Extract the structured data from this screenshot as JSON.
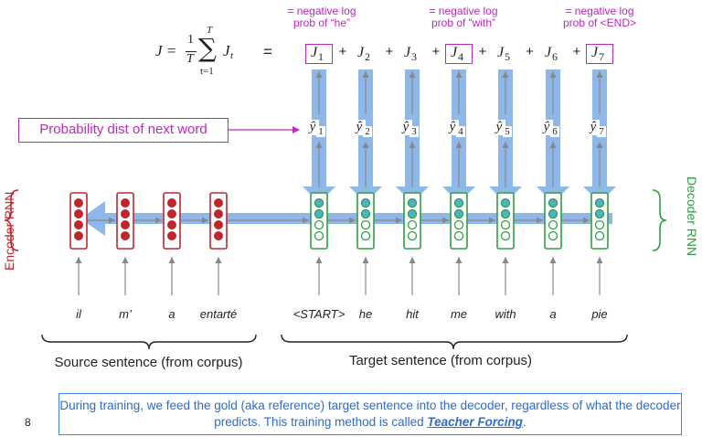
{
  "annotations": {
    "neg_he": "= negative log\nprob of “he”",
    "neg_with": "= negative log\nprob of “with”",
    "neg_end": "= negative log\nprob of <END>"
  },
  "equation": {
    "lhs": "J =",
    "frac_num": "1",
    "frac_den": "T",
    "sum_top": "T",
    "sum_bottom": "t=1",
    "term": "J",
    "term_sub": "t",
    "equals": "="
  },
  "loss_terms": [
    {
      "label": "J",
      "sub": "1"
    },
    {
      "label": "J",
      "sub": "2"
    },
    {
      "label": "J",
      "sub": "3"
    },
    {
      "label": "J",
      "sub": "4"
    },
    {
      "label": "J",
      "sub": "5"
    },
    {
      "label": "J",
      "sub": "6"
    },
    {
      "label": "J",
      "sub": "7"
    }
  ],
  "plus": "+",
  "prob_label": "Probability dist of next word",
  "yhats": [
    {
      "label": "ŷ",
      "sub": "1"
    },
    {
      "label": "ŷ",
      "sub": "2"
    },
    {
      "label": "ŷ",
      "sub": "3"
    },
    {
      "label": "ŷ",
      "sub": "4"
    },
    {
      "label": "ŷ",
      "sub": "5"
    },
    {
      "label": "ŷ",
      "sub": "6"
    },
    {
      "label": "ŷ",
      "sub": "7"
    }
  ],
  "encoder_label": "Encoder RNN",
  "decoder_label": "Decoder RNN",
  "source_words": [
    "il",
    "m’",
    "a",
    "entarté"
  ],
  "target_words": [
    "<START>",
    "he",
    "hit",
    "me",
    "with",
    "a",
    "pie"
  ],
  "source_caption": "Source sentence (from corpus)",
  "target_caption": "Target sentence (from corpus)",
  "note_text": "During training, we feed the gold (aka reference) target sentence into the decoder, regardless of what the decoder predicts. This training method is called ",
  "note_emphasis": "Teacher Forcing",
  "note_end": ".",
  "page_number": "8",
  "colors": {
    "encoder": "#c0272d",
    "decoder": "#2ea043",
    "decoder_fill": "#4fb3c8",
    "arrow": "#8fb8ea",
    "annotation": "#c026c0",
    "note": "#2a6cd6"
  }
}
